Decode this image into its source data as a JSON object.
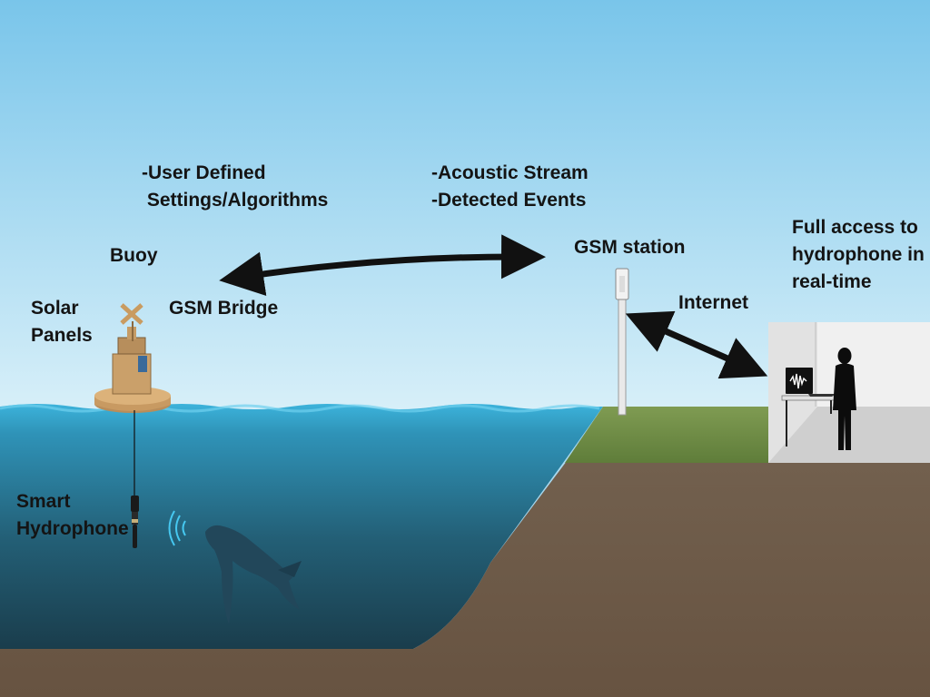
{
  "labels": {
    "settings": [
      "-User Defined",
      " Settings/Algorithms"
    ],
    "stream": [
      "-Acoustic Stream",
      "-Detected Events"
    ],
    "buoy": "Buoy",
    "gsm_station": "GSM station",
    "solar_panels": [
      "Solar",
      "Panels"
    ],
    "gsm_bridge": "GSM Bridge",
    "internet": "Internet",
    "full_access": [
      "Full access to",
      "hydrophone in",
      "real-time"
    ],
    "smart_hydrophone": [
      "Smart",
      "Hydrophone"
    ]
  },
  "colors": {
    "sky_top": "#7fc8ea",
    "sky_bottom": "#d6eef8",
    "sea_surface": "#3aaed6",
    "sea_deep": "#1c4657",
    "ground": "#6e5a48",
    "grass": "#6e8c45",
    "room": "#ececec",
    "arrow": "#111111"
  },
  "icons": [
    "buoy-icon",
    "hydrophone-icon",
    "whale-icon",
    "sound-waves-icon",
    "gsm-tower-icon",
    "laptop-icon",
    "person-icon",
    "desk-icon"
  ]
}
